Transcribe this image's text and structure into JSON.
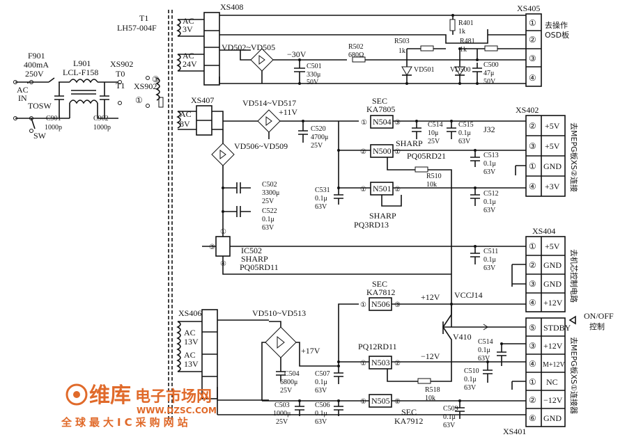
{
  "title": {
    "ref": "T1",
    "model": "LH57-004F"
  },
  "input": {
    "fuse": {
      "ref": "F901",
      "rating1": "400mA",
      "rating2": "250V"
    },
    "filter": {
      "ref": "L901",
      "model": "LCL-F158"
    },
    "ac_in": "AC",
    "in": "IN",
    "tosw": "TOSW",
    "sw": "SW",
    "c901": {
      "ref": "C901",
      "val": "1000p"
    },
    "c902": {
      "ref": "C902",
      "val": "1000p"
    },
    "xs902a": {
      "ref": "XS902",
      "pin": "T0"
    },
    "t1pin": "T1",
    "xs902b": "XS902",
    "pin3": "③",
    "pin1": "①"
  },
  "xs408": {
    "ref": "XS408",
    "ac3v": [
      "AC",
      "3V"
    ],
    "ac24v": [
      "AC",
      "24V"
    ],
    "bridge": "VD502~VD505",
    "v30": "−30V",
    "c501": [
      "C501",
      "330μ",
      "50V"
    ],
    "r502": [
      "R502",
      "680Ω"
    ],
    "r503": [
      "R503",
      "1k"
    ],
    "r401": [
      "R401",
      "1k"
    ],
    "r481": [
      "R481",
      "1k"
    ],
    "vd501": "VD501",
    "vd500": "VD500",
    "c500": [
      "C500",
      "47μ",
      "50V"
    ]
  },
  "xs405": {
    "ref": "XS405",
    "pins": [
      "①",
      "②",
      "③",
      "④"
    ],
    "dest": [
      "去操作",
      "OSD板"
    ]
  },
  "xs407": {
    "ref": "XS407",
    "ac8v": [
      "AC",
      "8V"
    ],
    "bridge1": "VD514~VD517",
    "v11": "+11V",
    "bridge2": "VD506~VD509",
    "c520": [
      "C520",
      "4700μ",
      "25V"
    ],
    "ka7805": [
      "SEC",
      "KA7805"
    ],
    "n504": "N504",
    "n500": "N500",
    "n501": "N501",
    "sharp": "SHARP",
    "pq05rd21": "PQ05RD21",
    "r510": [
      "R510",
      "10k"
    ],
    "c514a": [
      "C514",
      "10μ",
      "25V"
    ],
    "c515": [
      "C515",
      "0.1μ",
      "63V"
    ],
    "j32": "J32",
    "c513": [
      "C513",
      "0.1μ",
      "63V"
    ],
    "c512": [
      "C512",
      "0.1μ",
      "63V"
    ],
    "c531": [
      "C531",
      "0.1μ",
      "63V"
    ],
    "pq3rd13": [
      "SHARP",
      "PQ3RD13"
    ],
    "c502": [
      "C502",
      "3300μ",
      "25V"
    ],
    "c522": [
      "C522",
      "0.1μ",
      "63V"
    ],
    "ic502": [
      "IC502",
      "SHARP",
      "PQ05RD11"
    ],
    "c511": [
      "C511",
      "0.1μ",
      "63V"
    ]
  },
  "xs402": {
    "ref": "XS402",
    "pins": [
      "②",
      "③",
      "①",
      "④"
    ],
    "labels": [
      "+5V",
      "+5V",
      "GND",
      "+3V"
    ],
    "dest": "去MEPG板XS②连接"
  },
  "xs404": {
    "ref": "XS404",
    "pins": [
      "①",
      "②",
      "③",
      "④"
    ],
    "labels": [
      "+5V",
      "GND",
      "GND",
      "+12V"
    ],
    "dest": "去机芯控制电路"
  },
  "xs406": {
    "ref": "XS406",
    "ac13a": [
      "AC",
      "13V"
    ],
    "ac13b": [
      "AC",
      "13V"
    ],
    "bridge": "VD510~VD513",
    "v17": "+17V",
    "ka7812": [
      "SEC",
      "KA7812"
    ],
    "n506": "N506",
    "v12": "+12V",
    "vcc": "VCC",
    "j14": "J14",
    "pq12rd11": "PQ12RD11",
    "n503": "N503",
    "vm12": "−12V",
    "v410": "V410",
    "c514b": [
      "C514",
      "0.1μ",
      "63V"
    ],
    "c504": [
      "C504",
      "6800μ",
      "25V"
    ],
    "c507": [
      "C507",
      "0.1μ",
      "63V"
    ],
    "c510": [
      "C510",
      "0.1μ",
      "63V"
    ],
    "r518": [
      "R518",
      "10k"
    ],
    "c503": [
      "C503",
      "1000μ",
      "25V"
    ],
    "c506": [
      "C506",
      "0.1μ",
      "63V"
    ],
    "n505": "N505",
    "ka7912": [
      "SEC",
      "KA7912"
    ],
    "c509": [
      "C509",
      "0.1μ",
      "63V"
    ]
  },
  "onoff": [
    "ON/OFF",
    "控制"
  ],
  "xs401": {
    "ref": "XS401",
    "pins": [
      "⑤",
      "③",
      "④",
      "①",
      "②",
      "⑥"
    ],
    "labels": [
      "STDBY",
      "+12V",
      "M+12V",
      "NC",
      "−12V",
      "GND"
    ],
    "dest": "去MEPG板XS①连接器"
  },
  "watermark": {
    "brand": "维库",
    "brand2": "电子市场网",
    "url": "WWW.DZSC.COM",
    "slogan": "全球最大IC采购网站"
  }
}
